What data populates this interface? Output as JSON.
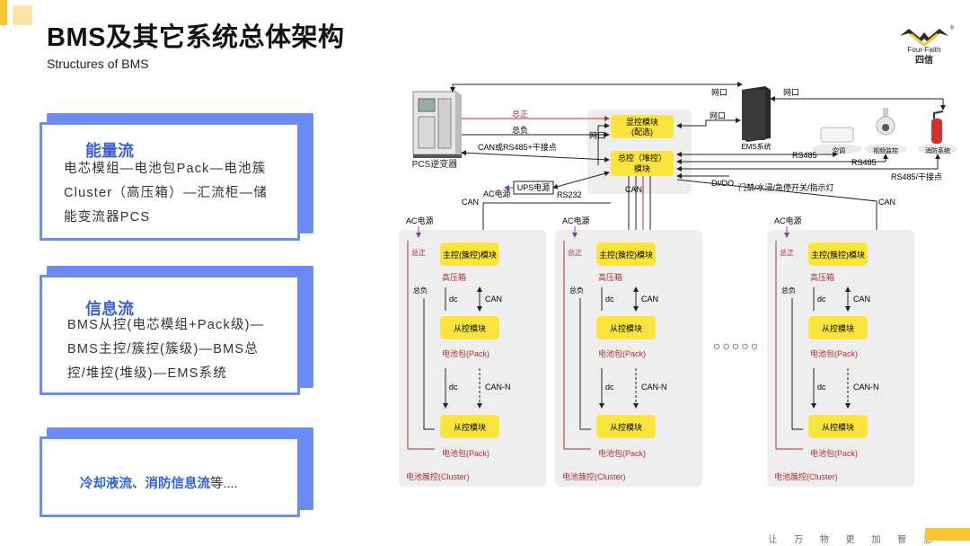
{
  "header": {
    "title": "BMS及其它系统总体架构",
    "subtitle": "Structures of BMS",
    "brand": "Four-Faith",
    "brand_cn": "四信",
    "registered": "®"
  },
  "cards": [
    {
      "heading": "能量流",
      "lines": [
        "电芯模组—电池包Pack—电池簇",
        "Cluster（高压箱）—汇流柜—储",
        "能变流器PCS"
      ]
    },
    {
      "heading": "信息流",
      "lines": [
        "BMS从控(电芯模组+Pack级)—",
        "BMS主控/簇控(簇级)—BMS总",
        "控/堆控(堆级)—EMS系统"
      ]
    }
  ],
  "bottom_card": {
    "hl1": "冷却液流",
    "sep": "、",
    "hl2": "消防信息流",
    "rest": "等...."
  },
  "slogan": "让 万 物 更 加 智 慧",
  "diagram": {
    "pcs": "PCS逆变器",
    "ems": "EMS系统",
    "display_module": [
      "显控模块",
      "(配选)"
    ],
    "master_module": [
      "总控（堆控）",
      "模块"
    ],
    "ups": "UPS电源",
    "aircon": "空调",
    "camera": "视频监控",
    "fire": "消防系统",
    "labels": {
      "total_pos": "总正",
      "total_neg": "总负",
      "can_rs485": "CAN或RS485+干接点",
      "net1": "网口",
      "net2": "网口",
      "net3": "网口",
      "net4": "网口",
      "rs485_a": "RS485",
      "rs485_b": "RS485",
      "rs485_c": "RS485/干接点",
      "dido": "DI/DO",
      "door": "门禁/水浸/急停开关/指示灯",
      "rs232": "RS232",
      "ac_ups": "AC电源",
      "can_main": "CAN",
      "can_left": "CAN",
      "can_right": "CAN",
      "dots": "○○○○○"
    },
    "cluster": {
      "ac": "AC电源",
      "cluster_module": "主控(簇控)模块",
      "hv_box": "高压箱",
      "slave_module": "从控模块",
      "pack": "电池包(Pack)",
      "cluster_label": "电池簇控(Cluster)",
      "dc": "dc",
      "can": "CAN",
      "can_n": "CAN-N",
      "tot_pos": "总正",
      "tot_neg": "总负"
    }
  }
}
